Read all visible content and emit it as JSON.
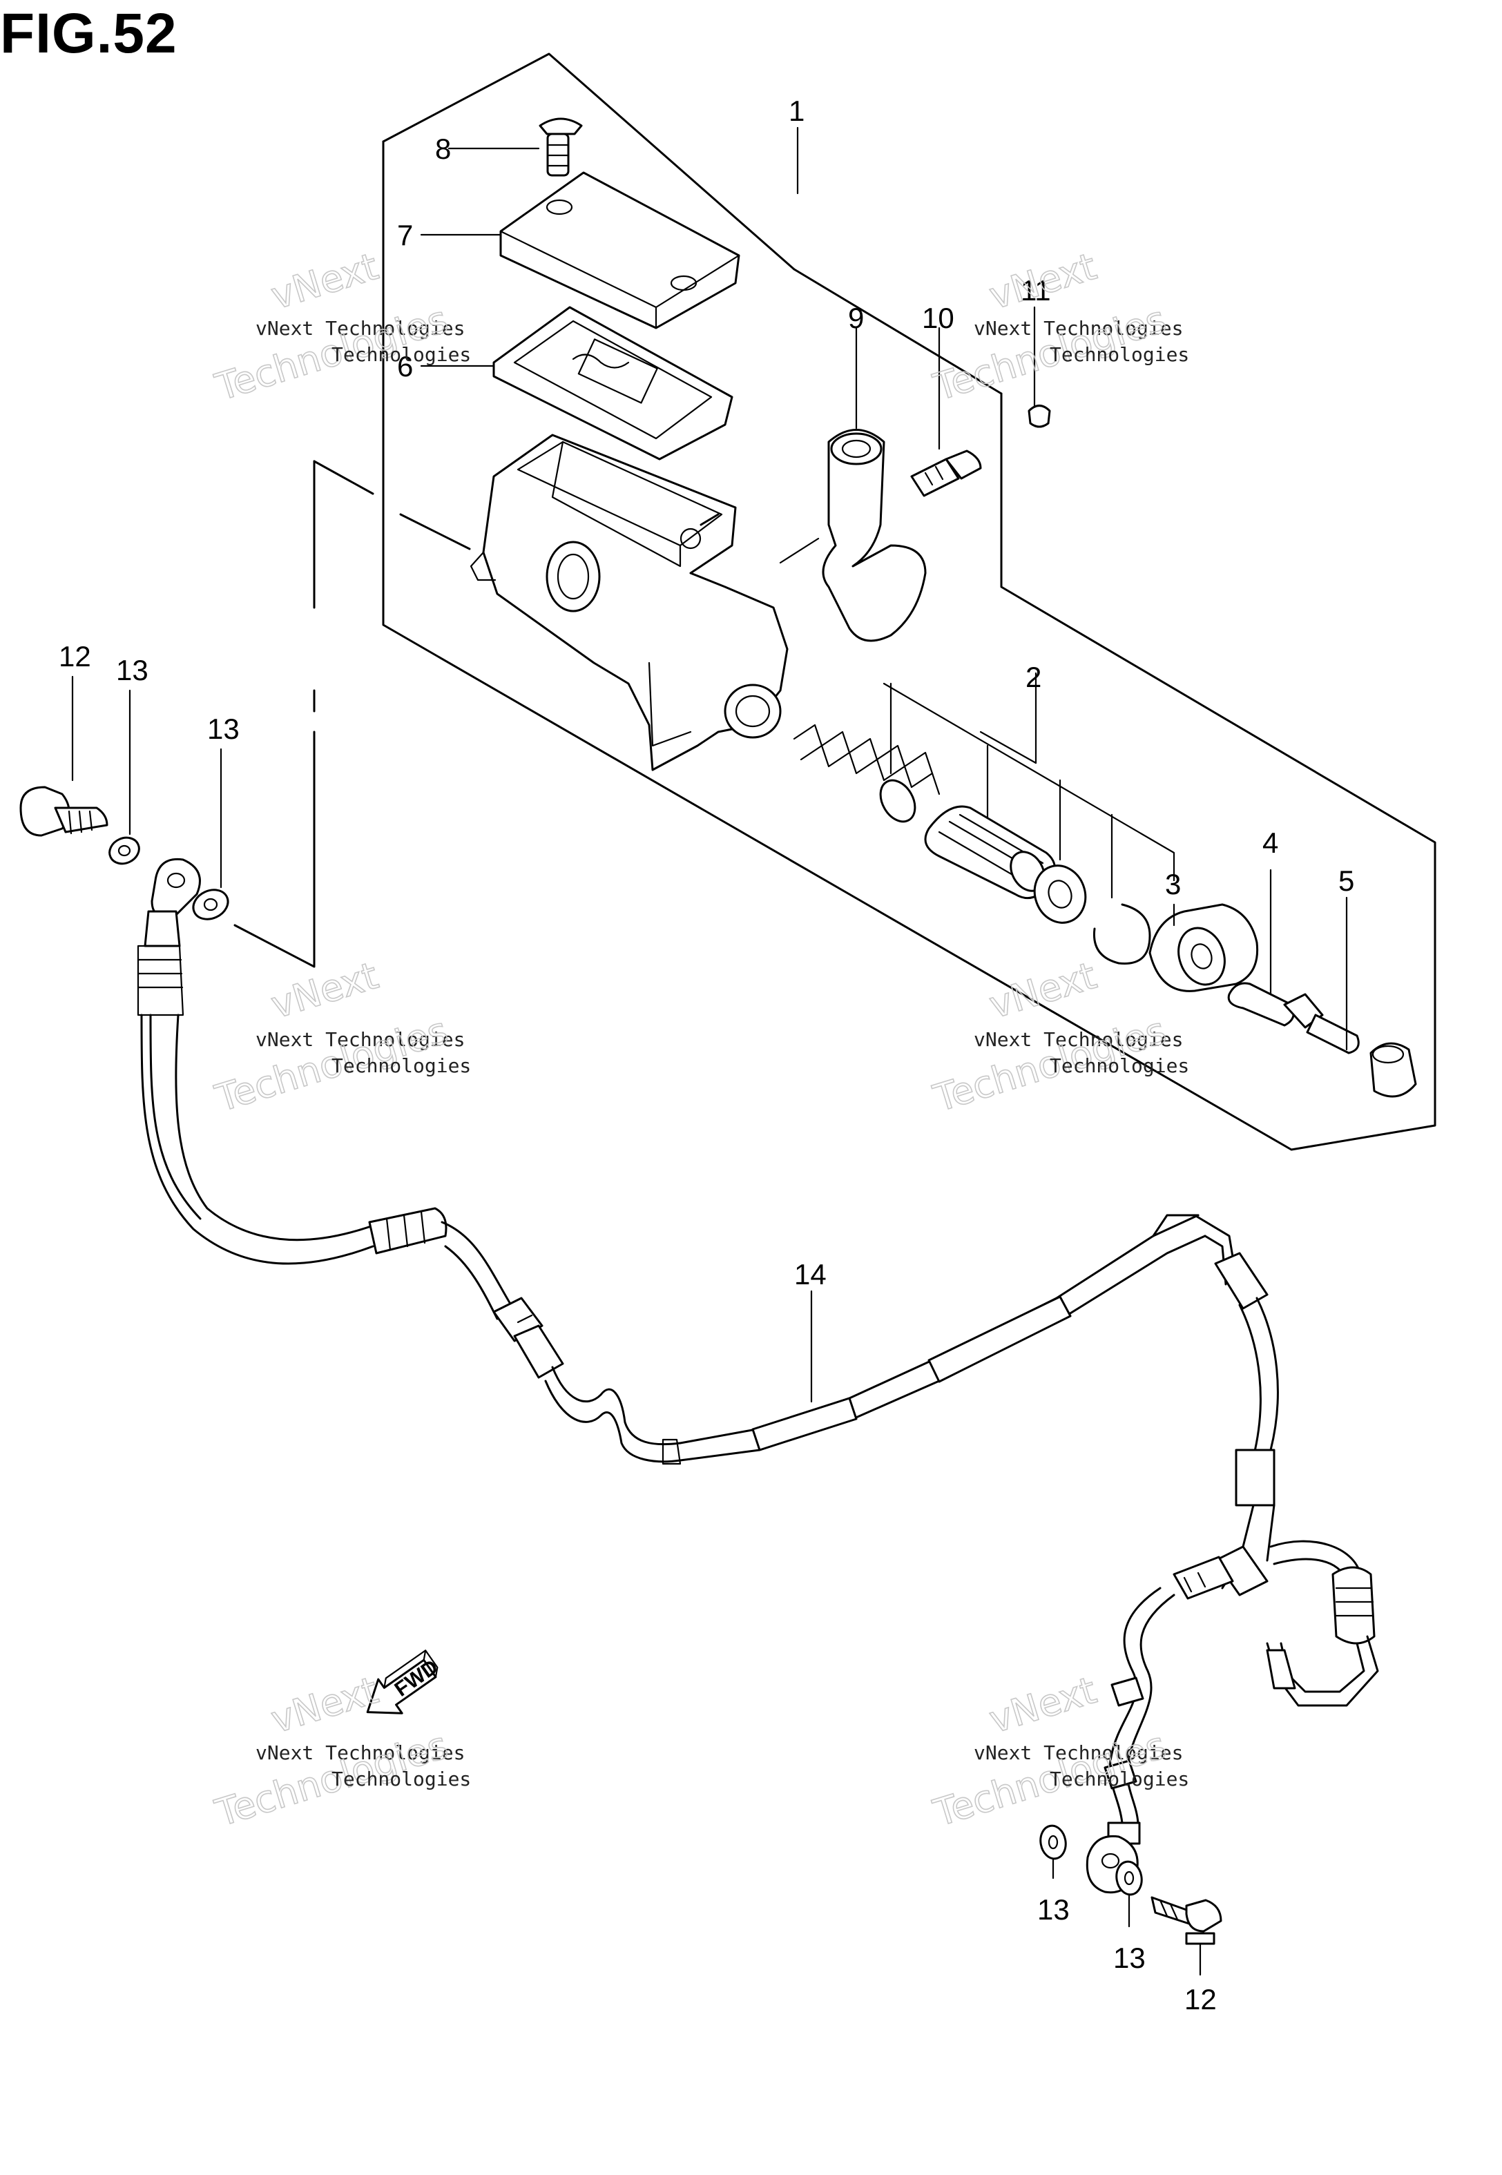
{
  "figure": {
    "title": "FIG.52"
  },
  "callouts": {
    "c1": "1",
    "c2": "2",
    "c3": "3",
    "c4": "4",
    "c5": "5",
    "c6": "6",
    "c7": "7",
    "c8": "8",
    "c9": "9",
    "c10": "10",
    "c11": "11",
    "c12a": "12",
    "c13a": "13",
    "c13b": "13",
    "c14": "14",
    "c13c": "13",
    "c13d": "13",
    "c12b": "12"
  },
  "watermark": {
    "line1": "vNext Technologies",
    "line2": "Technologies",
    "line3": "vNext"
  },
  "fwd_marker": {
    "label": "FWD"
  }
}
